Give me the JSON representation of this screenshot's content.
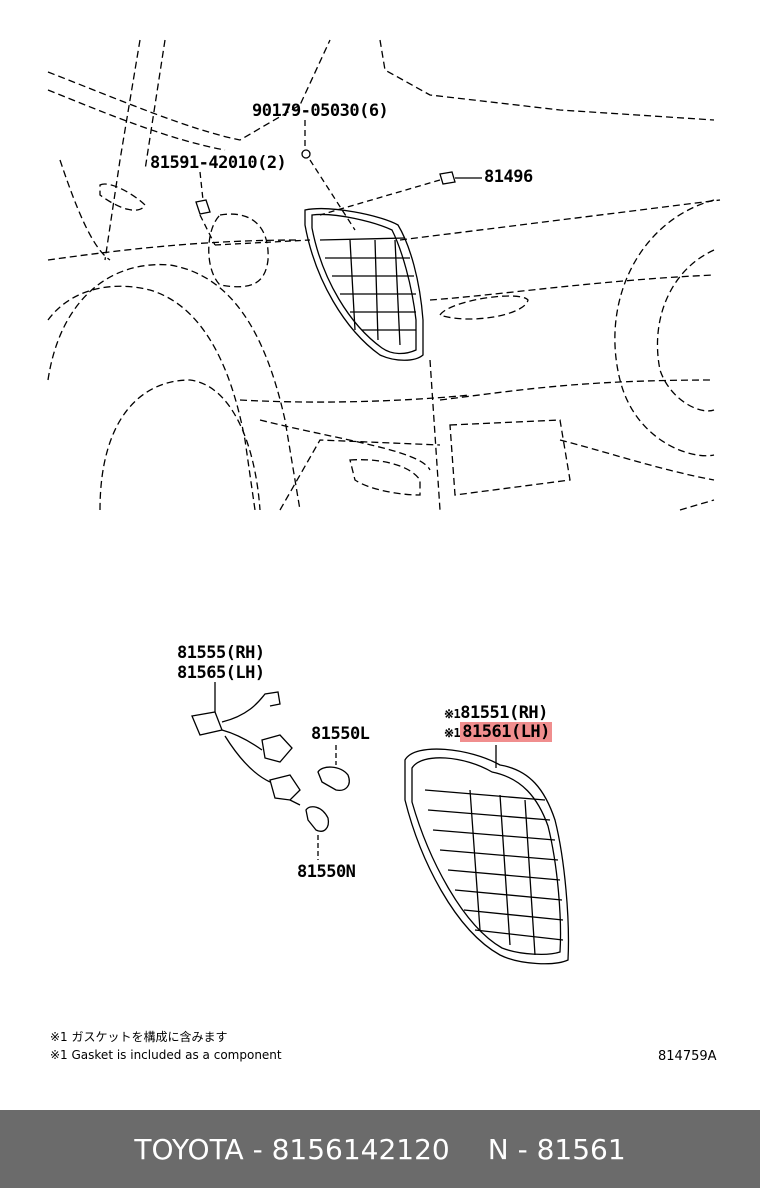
{
  "callouts": {
    "screw": "90179-05030(6)",
    "clip": "81591-42010(2)",
    "nut": "81496",
    "socket_rh": "81555(RH)",
    "socket_lh": "81565(LH)",
    "bulb_l": "81550L",
    "bulb_n": "81550N",
    "lamp_rh_mark": "※1",
    "lamp_rh": "81551(RH)",
    "lamp_lh_mark": "※1",
    "lamp_lh": "81561(LH)"
  },
  "notes": {
    "ja": "※1 ガスケットを構成に含みます",
    "en": "※1 Gasket is included as a component"
  },
  "diagram_ref": "814759A",
  "footer": {
    "brand_part": "TOYOTA - 8156142120",
    "group": "N - 81561"
  },
  "colors": {
    "highlight": "#f08e8e",
    "footer_bg": "#6b6b6b",
    "footer_text": "#ffffff"
  }
}
